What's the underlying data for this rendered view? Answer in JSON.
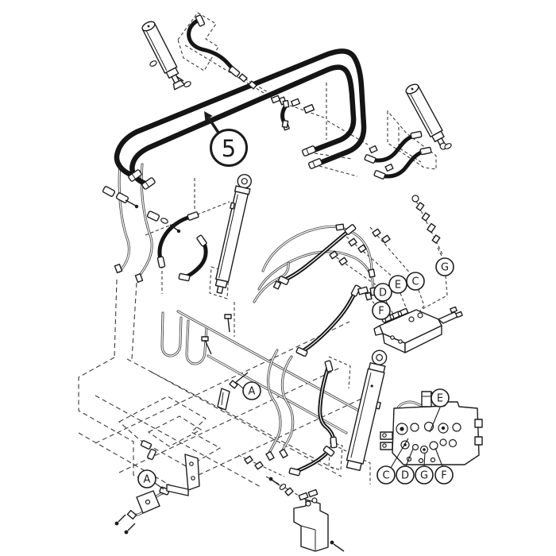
{
  "diagram": {
    "type": "exploded-parts-hydraulic-diagram",
    "background": "#ffffff",
    "colors": {
      "bg": "#ffffff",
      "line": "#1c1c1c",
      "hose": "#151515",
      "tube": "#3f3f3f",
      "dashed": "#3a3a3a"
    },
    "callouts": {
      "item5": "5",
      "a_upper": "A",
      "a_lower": "A",
      "mid": {
        "d": "D",
        "e": "E",
        "c": "C",
        "g": "G",
        "f": "F"
      },
      "bottom": {
        "e": "E",
        "c": "C",
        "d": "D",
        "g": "G",
        "f": "F"
      }
    }
  }
}
